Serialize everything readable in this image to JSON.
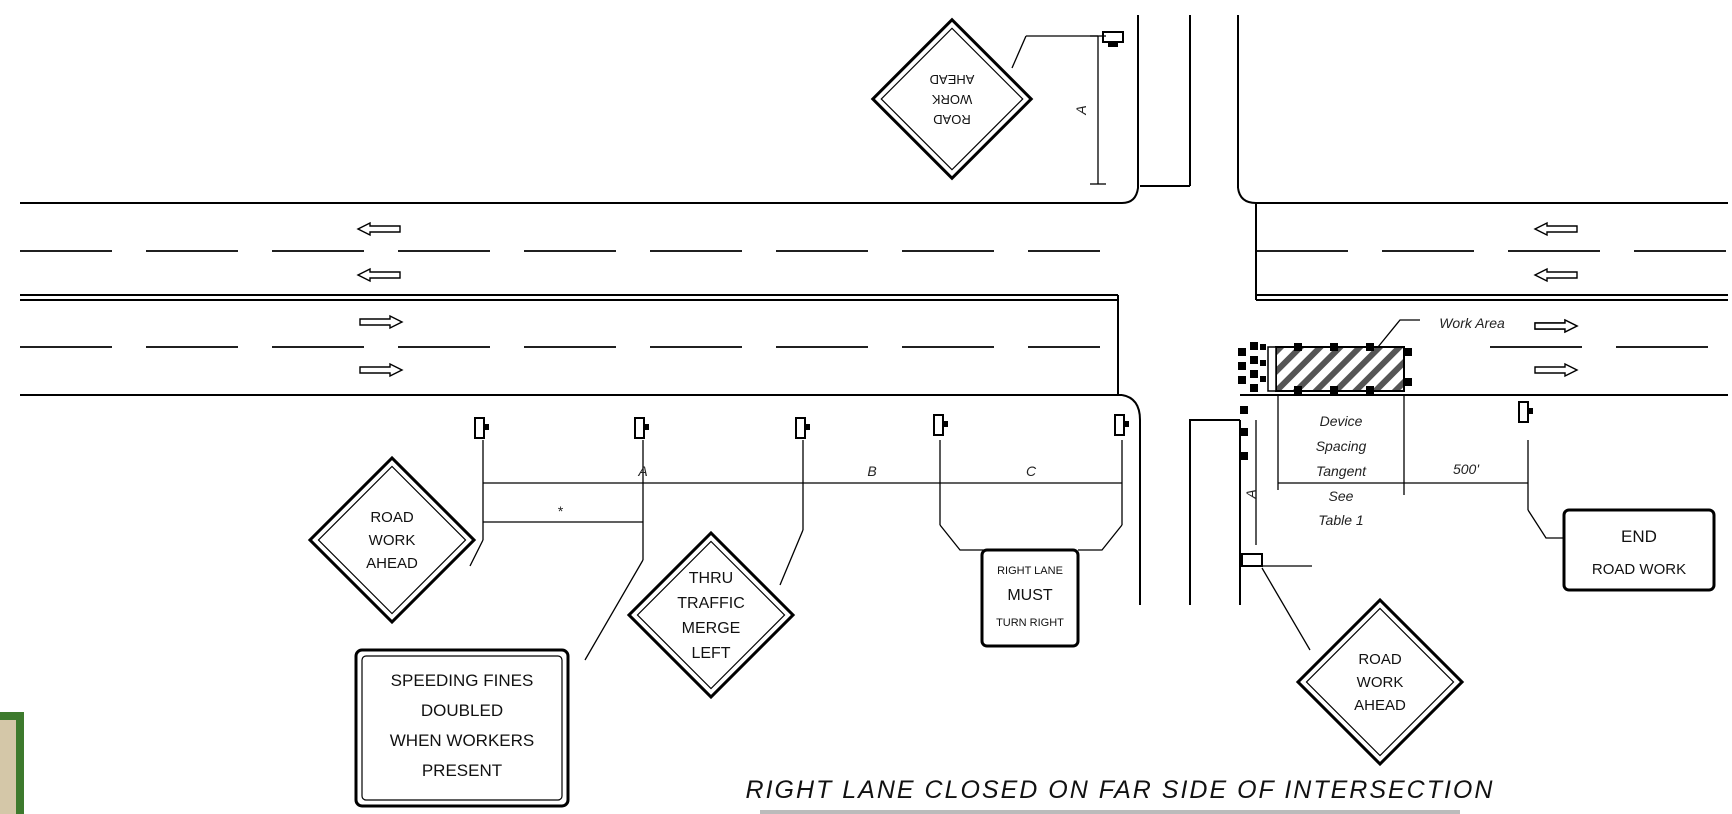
{
  "signs": {
    "top_road_work_ahead": [
      "ROAD",
      "WORK",
      "AHEAD"
    ],
    "left_road_work_ahead": [
      "ROAD",
      "WORK",
      "AHEAD"
    ],
    "speeding_fines": [
      "SPEEDING FINES",
      "DOUBLED",
      "WHEN WORKERS",
      "PRESENT"
    ],
    "thru_traffic": [
      "THRU",
      "TRAFFIC",
      "MERGE",
      "LEFT"
    ],
    "right_lane_must_turn_right": [
      "RIGHT LANE",
      "MUST",
      "TURN RIGHT"
    ],
    "bottom_road_work_ahead": [
      "ROAD",
      "WORK",
      "AHEAD"
    ],
    "end_road_work": [
      "END",
      "ROAD WORK"
    ]
  },
  "dimensions": {
    "a": "A",
    "b": "B",
    "c": "C",
    "star": "*",
    "side_a": "A",
    "top_a": "A",
    "spacing_500": "500'"
  },
  "labels": {
    "work_area": "Work Area",
    "device_spacing": [
      "Device",
      "Spacing",
      "Tangent",
      "See",
      "Table 1"
    ]
  },
  "caption": "RIGHT LANE CLOSED ON FAR SIDE OF INTERSECTION"
}
